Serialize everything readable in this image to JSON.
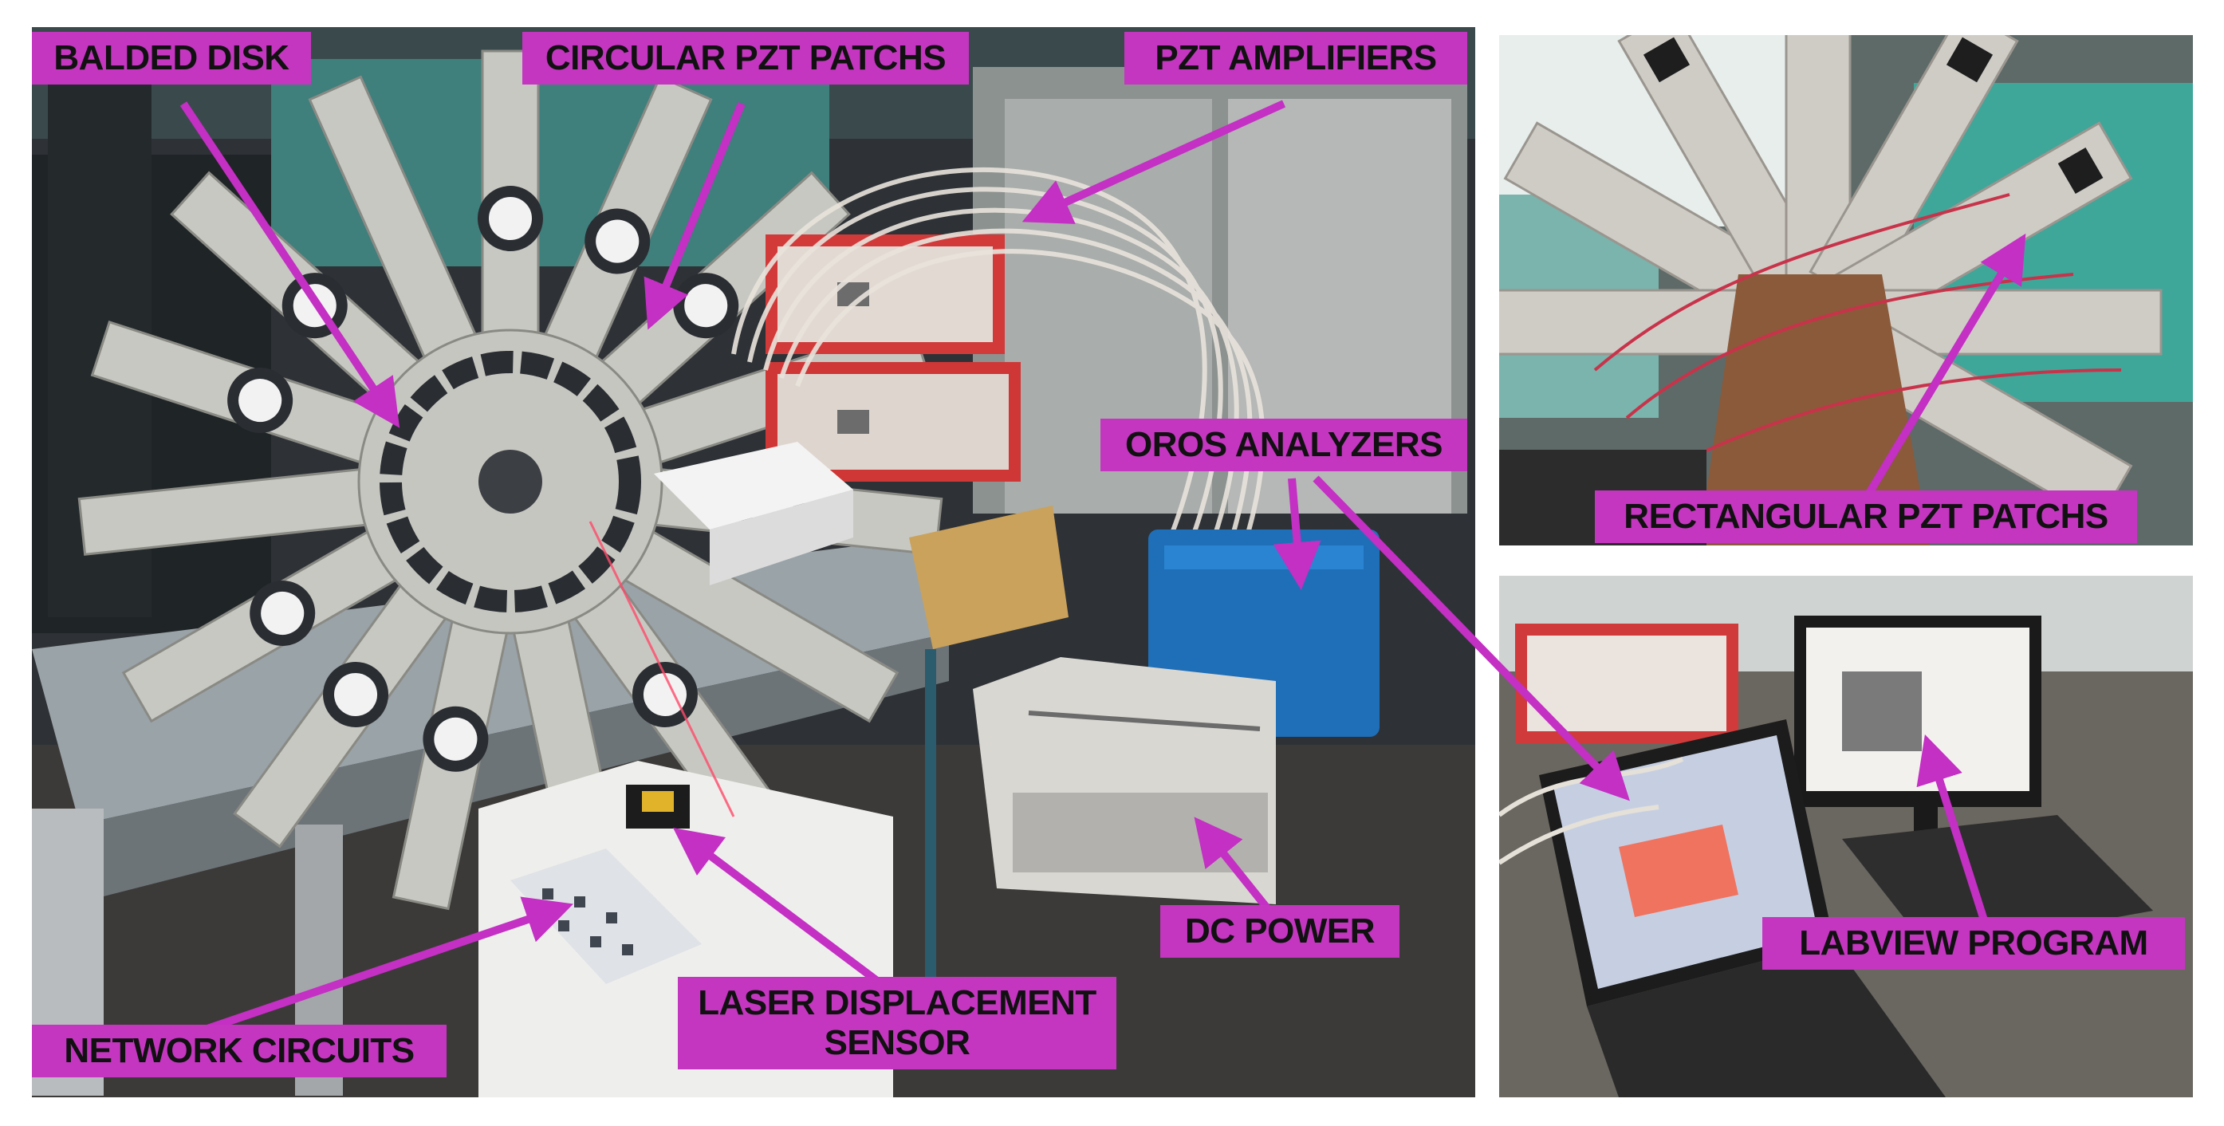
{
  "labels": {
    "bladed_disk": "BALDED DISK",
    "circular_pzt": "CIRCULAR PZT PATCHS",
    "pzt_amplifiers": "PZT AMPLIFIERS",
    "oros_analyzers": "OROS ANALYZERS",
    "dc_power": "DC POWER",
    "laser_sensor": "LASER DISPLACEMENT\nSENSOR",
    "network_circuits": "NETWORK CIRCUITS",
    "rectangular_pzt": "RECTANGULAR PZT PATCHS",
    "labview_program": "LABVIEW PROGRAM"
  },
  "colors": {
    "label_bg": "#c436c0",
    "arrow": "#c42fc4",
    "label_text": "#111111"
  }
}
